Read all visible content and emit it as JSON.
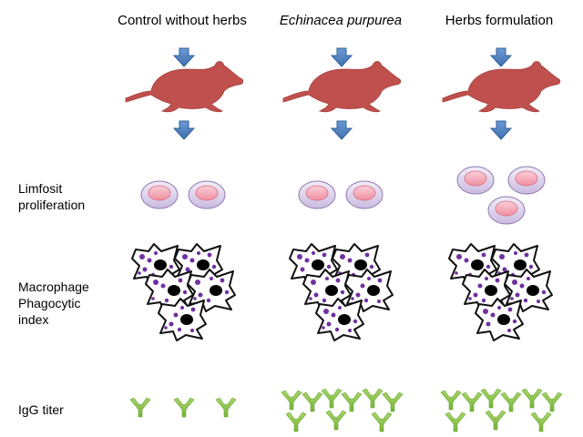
{
  "columns": [
    {
      "title": "Control without herbs",
      "italic": false,
      "lymphocyte_count": 2,
      "macrophage_count": 5,
      "igg_count": 3
    },
    {
      "title": "Echinacea purpurea",
      "italic": true,
      "lymphocyte_count": 2,
      "macrophage_count": 5,
      "igg_count": 9
    },
    {
      "title": "Herbs formulation",
      "italic": false,
      "lymphocyte_count": 3,
      "macrophage_count": 5,
      "igg_count": 9
    }
  ],
  "rows": {
    "lymphocyte": "Limfosit\nproliferation",
    "macrophage": "Macrophage\nPhagocytic\nindex",
    "igg": "IgG titer"
  },
  "colors": {
    "mouse": "#c0504d",
    "arrow": "#4f81bd",
    "lymph_outer": "#e6dcf0",
    "lymph_inner": "#f4a6b4",
    "macrophage_dot": "#7030a0",
    "antibody": "#8cc63f"
  },
  "icons": [
    "mouse-icon",
    "arrow-down-icon",
    "lymphocyte-icon",
    "macrophage-icon",
    "antibody-icon"
  ]
}
